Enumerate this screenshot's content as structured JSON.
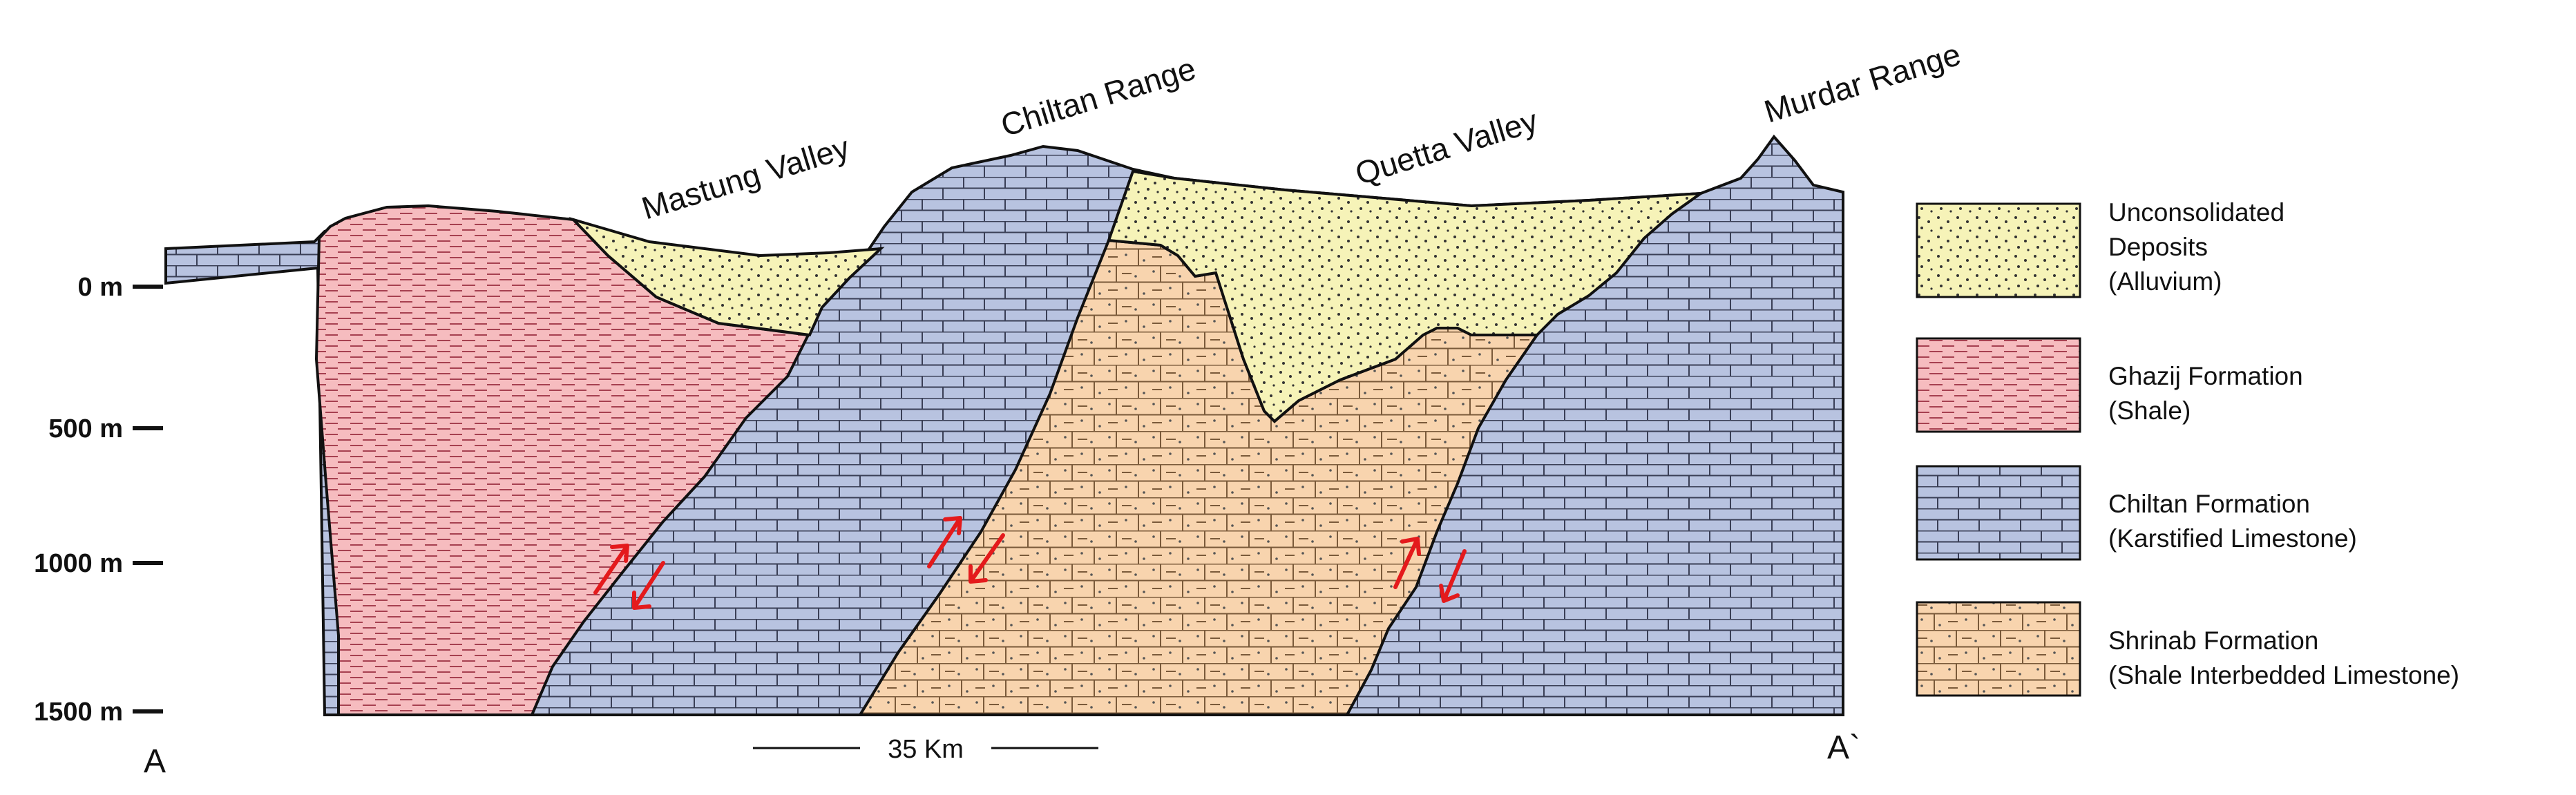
{
  "section": {
    "start_label": "A",
    "end_label": "A`",
    "scale_label": "35 Km",
    "depth_labels": [
      "0 m",
      "500 m",
      "1000 m",
      "1500 m"
    ]
  },
  "places": [
    {
      "id": "mastung",
      "label": "Mastung Valley"
    },
    {
      "id": "chiltan",
      "label": "Chiltan Range"
    },
    {
      "id": "quetta",
      "label": "Quetta Valley"
    },
    {
      "id": "murdar",
      "label": "Murdar Range"
    }
  ],
  "legend": [
    {
      "id": "unconsolidated",
      "lines": [
        "Unconsolidated",
        "Deposits",
        "(Alluvium)"
      ],
      "color": "#f6f3b8",
      "pattern": "dots"
    },
    {
      "id": "ghazij",
      "lines": [
        "Ghazij Formation",
        "(Shale)"
      ],
      "color": "#f6bcbf",
      "pattern": "dashes"
    },
    {
      "id": "chiltan",
      "lines": [
        "Chiltan Formation",
        "(Karstified Limestone)"
      ],
      "color": "#b8c3e0",
      "pattern": "bricks"
    },
    {
      "id": "shrinab",
      "lines": [
        "Shrinab Formation",
        "(Shale Interbedded Limestone)"
      ],
      "color": "#f8d4ae",
      "pattern": "bricks-dots"
    }
  ],
  "colors": {
    "outline": "#111111",
    "fault_arrows": "#e41a1c",
    "brick_lines": "#3a3f56",
    "shale_dashes": "#a64050",
    "dots": "#333333"
  }
}
